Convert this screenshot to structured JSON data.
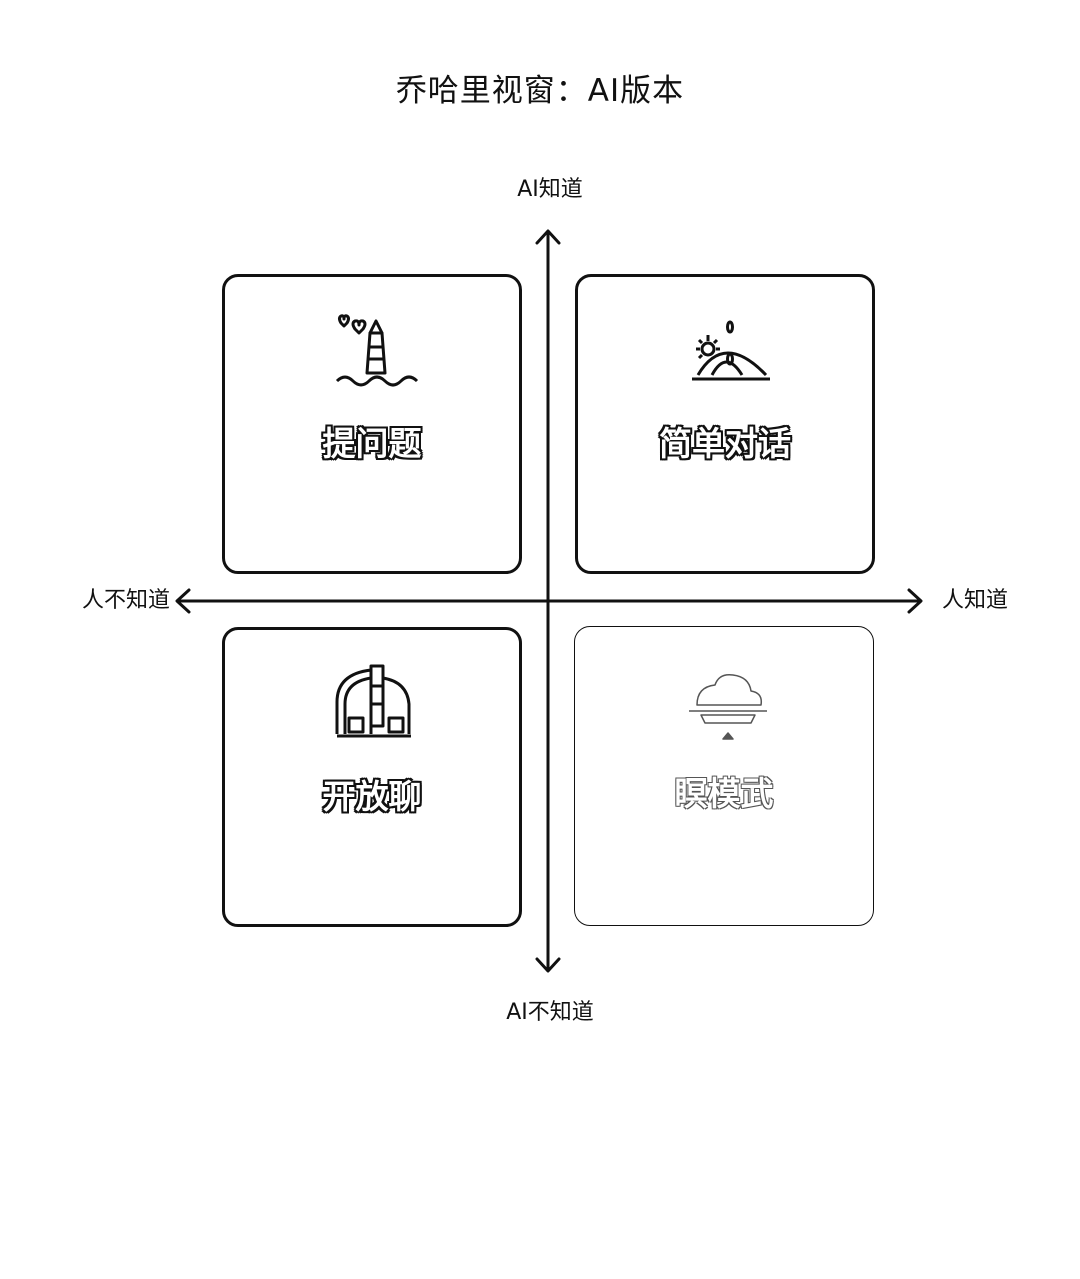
{
  "title": "乔哈里视窗：AI版本",
  "axes": {
    "top": "AI知道",
    "bottom": "AI不知道",
    "left": "人不知道",
    "right": "人知道"
  },
  "quadrants": {
    "top_left": {
      "label": "提问题",
      "icon": "lighthouse-icon"
    },
    "top_right": {
      "label": "简单对话",
      "icon": "sunrise-icon"
    },
    "bottom_left": {
      "label": "开放聊",
      "icon": "gate-icon"
    },
    "bottom_right": {
      "label": "瞑模武",
      "icon": "cloud-icon"
    }
  }
}
